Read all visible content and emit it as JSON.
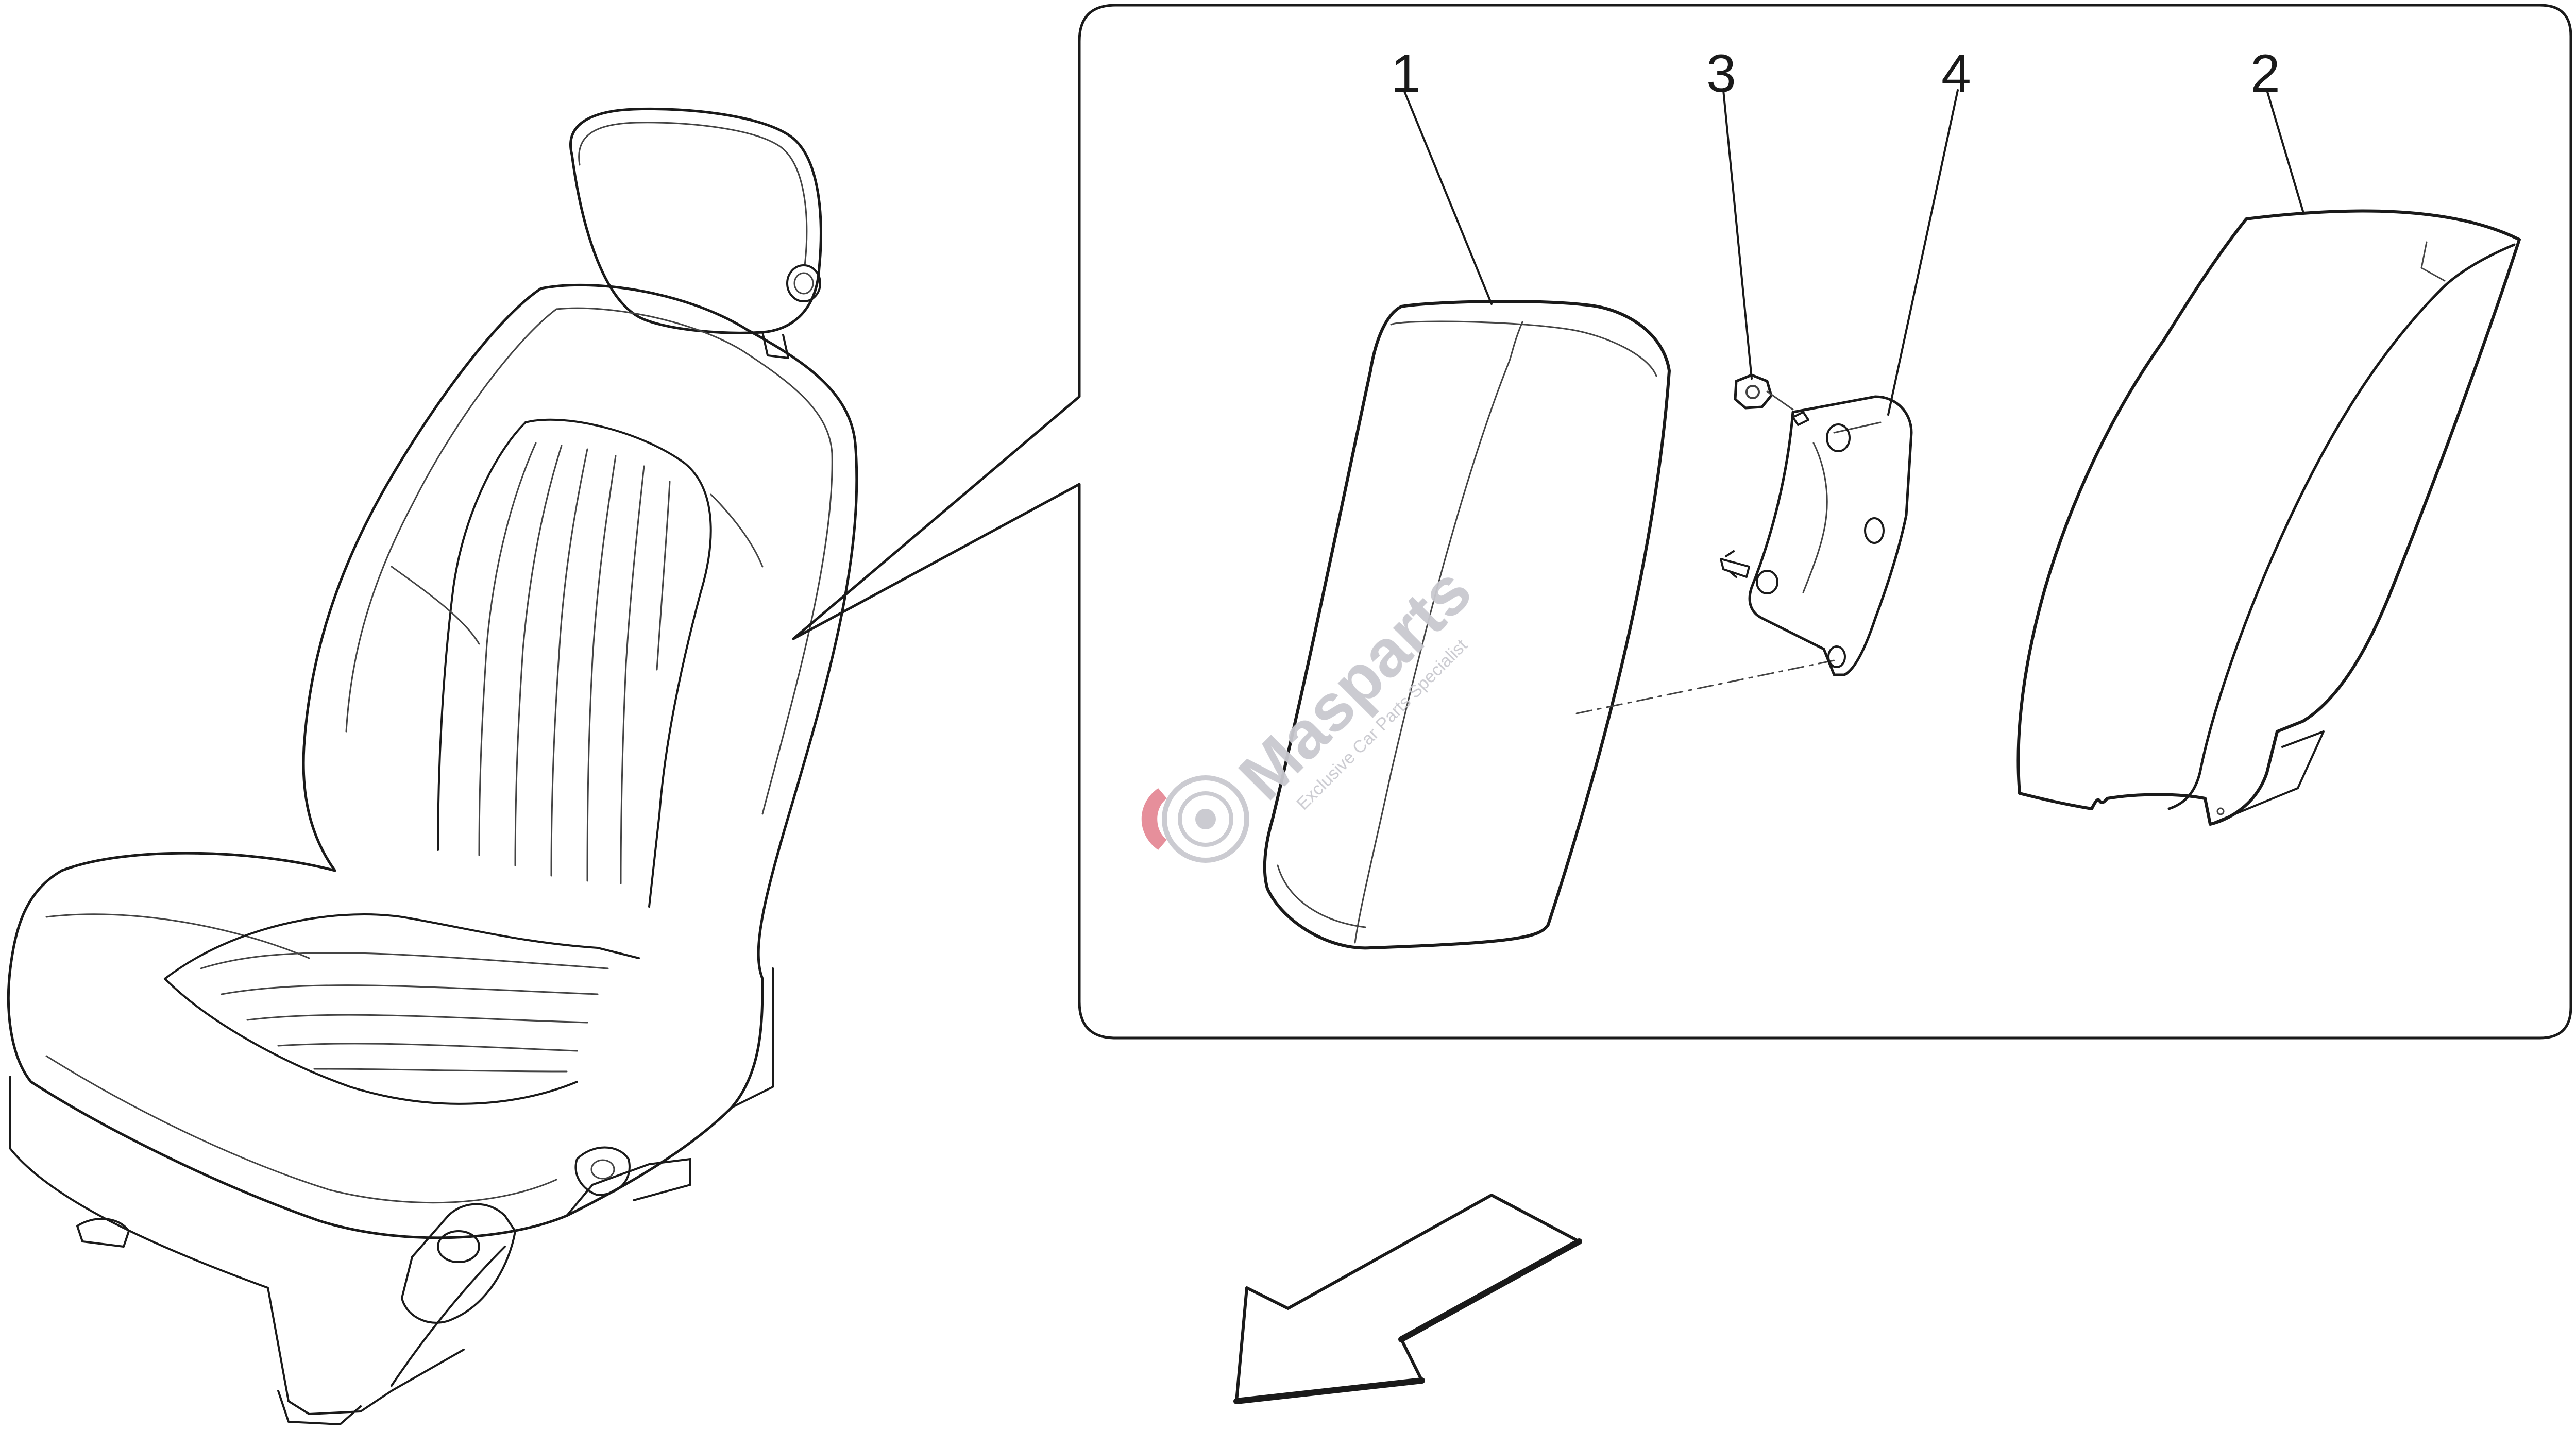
{
  "callouts": [
    {
      "label": "1",
      "part": "side-bolster-cushion"
    },
    {
      "label": "3",
      "part": "nut"
    },
    {
      "label": "4",
      "part": "mounting-bracket"
    },
    {
      "label": "2",
      "part": "backrest-side-cover"
    }
  ],
  "watermark": {
    "brand": "Masparts",
    "tagline": "Exclusive Car Parts Specialist"
  },
  "colors": {
    "line": "#1a1a1a",
    "background": "#ffffff",
    "watermark": "#c9c9cf",
    "watermark_accent": "#e58a96"
  },
  "icons": [
    "seat-illustration",
    "direction-arrow-icon",
    "masparts-logo-icon"
  ]
}
